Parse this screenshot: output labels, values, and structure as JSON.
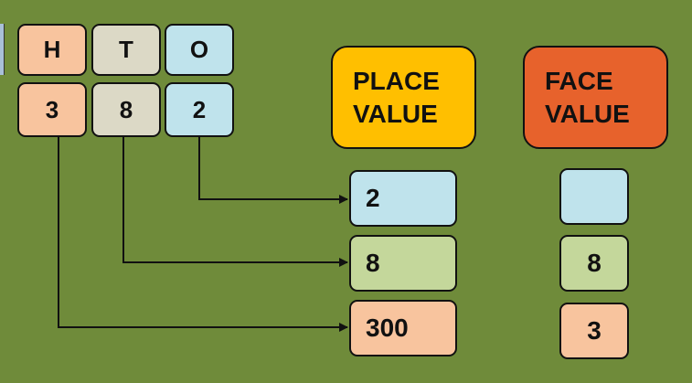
{
  "place_value_chart": {
    "headers": [
      "H",
      "T",
      "O"
    ],
    "digits": [
      "3",
      "8",
      "2"
    ]
  },
  "place_value": {
    "title": "PLACE\nVALUE",
    "values": [
      "2",
      "8",
      "300"
    ]
  },
  "face_value": {
    "title": "FACE\nVALUE",
    "values": [
      "",
      "8",
      "3"
    ]
  },
  "colors": {
    "background": "#6f8b3a",
    "hundreds": "#f8c49e",
    "tens": "#dcd9c6",
    "ones": "#bfe3ec",
    "tens_value": "#c4d79b",
    "place_value_header": "#ffbf00",
    "face_value_header": "#e7622c"
  }
}
